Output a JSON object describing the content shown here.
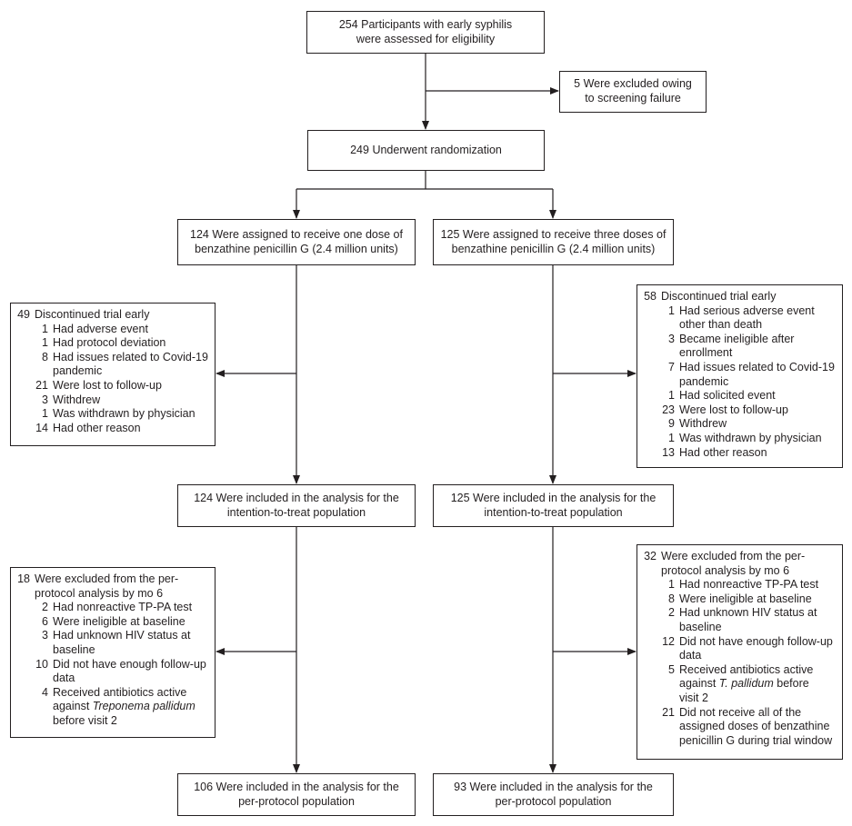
{
  "screening": {
    "assessed": [
      "254 Participants with early syphilis",
      "were assessed for eligibility"
    ],
    "excluded": [
      "5 Were excluded owing",
      "to screening failure"
    ]
  },
  "randomization": {
    "label": "249 Underwent randomization"
  },
  "arms": {
    "one_dose": {
      "assigned": [
        "124 Were assigned to receive one dose of",
        "benzathine penicillin G (2.4 million units)"
      ],
      "discontinued": {
        "header": {
          "n": "49",
          "text": "Discontinued trial early"
        },
        "items": [
          {
            "n": "1",
            "lines": [
              "Had adverse event"
            ]
          },
          {
            "n": "1",
            "lines": [
              "Had protocol deviation"
            ]
          },
          {
            "n": "8",
            "lines": [
              "Had issues related to Covid-19",
              "pandemic"
            ]
          },
          {
            "n": "21",
            "lines": [
              "Were lost to follow-up"
            ]
          },
          {
            "n": "3",
            "lines": [
              "Withdrew"
            ]
          },
          {
            "n": "1",
            "lines": [
              "Was withdrawn by physician"
            ]
          },
          {
            "n": "14",
            "lines": [
              "Had other reason"
            ]
          }
        ]
      },
      "itt": [
        "124 Were included in the analysis for the",
        "intention-to-treat population"
      ],
      "pp_excluded": {
        "header": {
          "n": "18",
          "lines": [
            "Were excluded from the per-",
            "protocol analysis by mo 6"
          ]
        },
        "items": [
          {
            "n": "2",
            "lines": [
              "Had nonreactive TP-PA test"
            ]
          },
          {
            "n": "6",
            "lines": [
              "Were ineligible at baseline"
            ]
          },
          {
            "n": "3",
            "lines": [
              "Had unknown HIV status at",
              "baseline"
            ]
          },
          {
            "n": "10",
            "lines": [
              "Did not have enough follow-up",
              "data"
            ]
          },
          {
            "n": "4",
            "lines": [
              "Received antibiotics active"
            ],
            "italic_line": {
              "pre": "against ",
              "em": "Treponema pallidum",
              "post": ""
            },
            "after": [
              "before visit 2"
            ]
          }
        ]
      },
      "pp": [
        "106 Were included in the analysis for the",
        "per-protocol population"
      ]
    },
    "three_doses": {
      "assigned": [
        "125 Were assigned to receive three doses of",
        "benzathine penicillin G (2.4 million units)"
      ],
      "discontinued": {
        "header": {
          "n": "58",
          "text": "Discontinued trial early"
        },
        "items": [
          {
            "n": "1",
            "lines": [
              "Had serious adverse event",
              "other than death"
            ]
          },
          {
            "n": "3",
            "lines": [
              "Became ineligible after",
              "enrollment"
            ]
          },
          {
            "n": "7",
            "lines": [
              "Had issues related to Covid-19",
              "pandemic"
            ]
          },
          {
            "n": "1",
            "lines": [
              "Had solicited event"
            ]
          },
          {
            "n": "23",
            "lines": [
              "Were lost to follow-up"
            ]
          },
          {
            "n": "9",
            "lines": [
              "Withdrew"
            ]
          },
          {
            "n": "1",
            "lines": [
              "Was withdrawn by physician"
            ]
          },
          {
            "n": "13",
            "lines": [
              "Had other reason"
            ]
          }
        ]
      },
      "itt": [
        "125 Were included in the analysis for the",
        "intention-to-treat population"
      ],
      "pp_excluded": {
        "header": {
          "n": "32",
          "lines": [
            "Were excluded from the per-",
            "protocol analysis by mo 6"
          ]
        },
        "items": [
          {
            "n": "1",
            "lines": [
              "Had nonreactive TP-PA test"
            ]
          },
          {
            "n": "8",
            "lines": [
              "Were ineligible at baseline"
            ]
          },
          {
            "n": "2",
            "lines": [
              "Had unknown HIV status at",
              "baseline"
            ]
          },
          {
            "n": "12",
            "lines": [
              "Did not have enough follow-up",
              "data"
            ]
          },
          {
            "n": "5",
            "lines": [
              "Received antibiotics active"
            ],
            "italic_line": {
              "pre": "against ",
              "em": "T. pallidum",
              "post": " before"
            },
            "after": [
              "visit 2"
            ]
          },
          {
            "n": "21",
            "lines": [
              "Did not receive all of the",
              "assigned doses of benzathine",
              "penicillin G during trial window"
            ]
          }
        ]
      },
      "pp": [
        "93 Were included in the analysis for the",
        "per-protocol population"
      ]
    }
  }
}
